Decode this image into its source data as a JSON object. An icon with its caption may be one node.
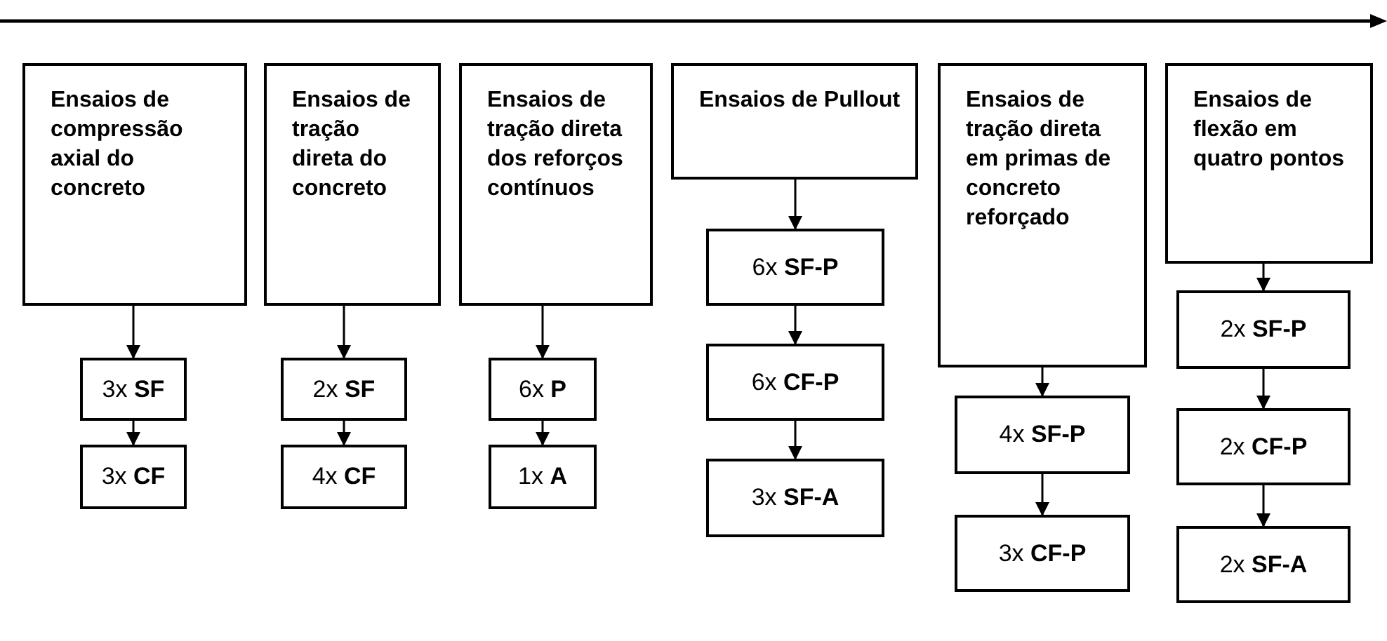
{
  "diagram": {
    "nodes": [
      {
        "text": [
          "Ensaios de compressão axial do concreto"
        ]
      },
      {
        "text": [
          "3x **SF**"
        ]
      },
      {
        "text": [
          "3x **CF**"
        ]
      },
      {
        "text": [
          "Ensaios de tração direta do concreto"
        ]
      },
      {
        "text": [
          "2x **SF**"
        ]
      },
      {
        "text": [
          "4x **CF**"
        ]
      },
      {
        "text": [
          "Ensaios de tração direta dos reforços contínuos"
        ]
      },
      {
        "text": [
          "6x **P**"
        ]
      },
      {
        "text": [
          "1x **A**"
        ]
      },
      {
        "text": [
          "Ensaios de Pullout"
        ]
      },
      {
        "text": [
          "6x **SF-P**"
        ]
      },
      {
        "text": [
          "6x **CF-P**"
        ]
      },
      {
        "text": [
          "3x **SF-A**"
        ]
      },
      {
        "text": [
          "Ensaios de tração direta em primas de concreto reforçado"
        ]
      },
      {
        "text": [
          "4x **SF-P**"
        ]
      },
      {
        "text": [
          "3x **CF-P**"
        ]
      },
      {
        "text": [
          "Ensaios de flexão em quatro pontos"
        ]
      },
      {
        "text": [
          "2x **SF-P**"
        ]
      },
      {
        "text": [
          "2x **CF-P**"
        ]
      },
      {
        "text": [
          "2x **SF-A**"
        ]
      }
    ],
    "edges": [
      {
        "from": 0,
        "to": 1,
        "arrow": "to"
      },
      {
        "from": 1,
        "to": 2,
        "arrow": "to"
      },
      {
        "from": 3,
        "to": 4,
        "arrow": "to"
      },
      {
        "from": 4,
        "to": 5,
        "arrow": "to"
      },
      {
        "from": 6,
        "to": 7,
        "arrow": "to"
      },
      {
        "from": 7,
        "to": 8,
        "arrow": "to"
      },
      {
        "from": 9,
        "to": 10,
        "arrow": "to"
      },
      {
        "from": 10,
        "to": 11,
        "arrow": "to"
      },
      {
        "from": 11,
        "to": 12,
        "arrow": "to"
      },
      {
        "from": 13,
        "to": 14,
        "arrow": "to"
      },
      {
        "from": 14,
        "to": 15,
        "arrow": "to"
      },
      {
        "from": 16,
        "to": 17,
        "arrow": "to"
      },
      {
        "from": 17,
        "to": 18,
        "arrow": "to"
      },
      {
        "from": 18,
        "to": 19,
        "arrow": "to"
      }
    ]
  }
}
